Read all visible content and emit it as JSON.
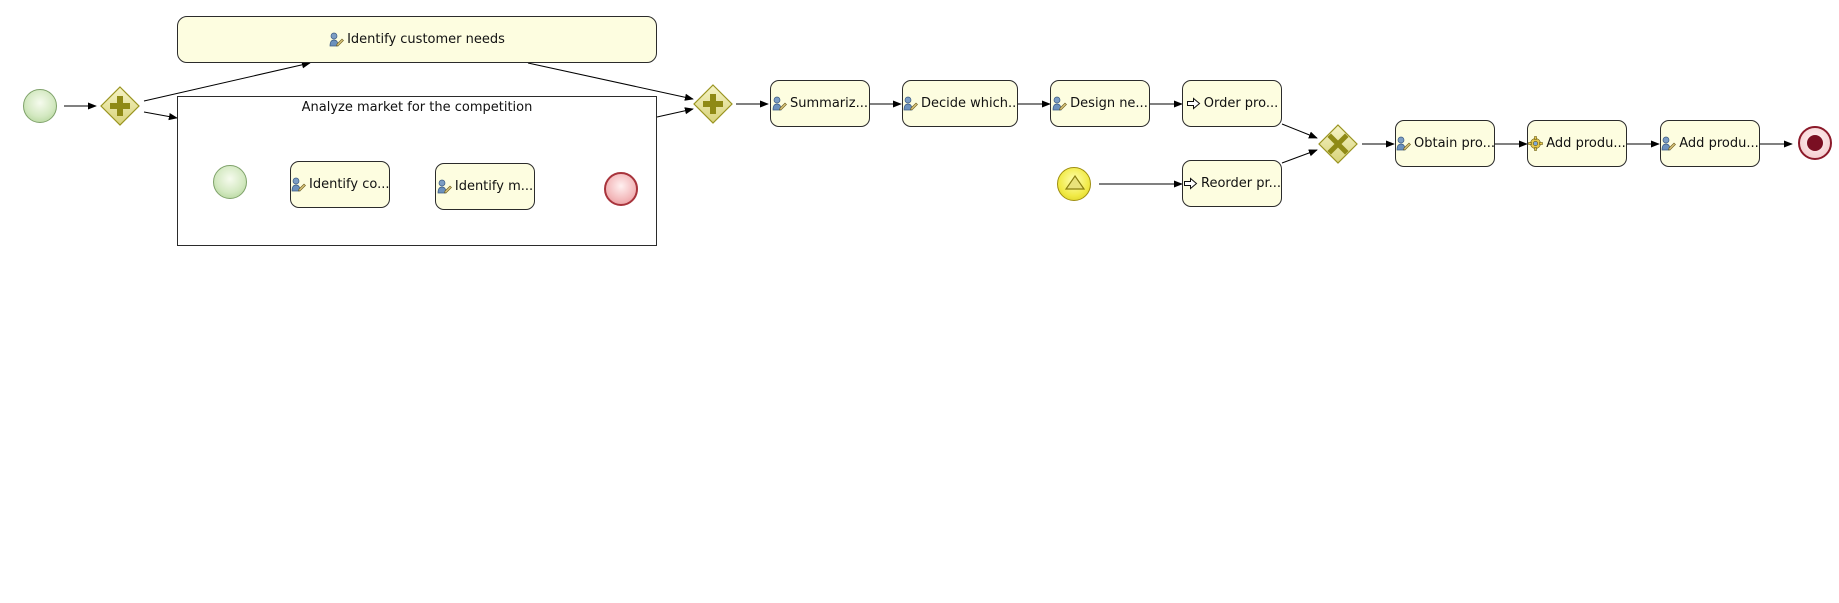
{
  "diagram": {
    "tasks": {
      "identify_customer_needs": "Identify customer needs",
      "identify_competitors": "Identify co...",
      "identify_market": "Identify m...",
      "summarize": "Summariz...",
      "decide": "Decide which...",
      "design": "Design ne...",
      "order": "Order pro...",
      "reorder": "Reorder pr...",
      "obtain": "Obtain pro...",
      "add_product_1": "Add produ...",
      "add_product_2": "Add produ..."
    },
    "subprocess_title": "Analyze market for the competition",
    "icons": {
      "user_task": "user-task-icon",
      "send_task": "send-arrow-icon",
      "service_task": "gear-icon",
      "parallel_gateway": "plus-icon",
      "exclusive_gateway": "x-icon",
      "signal_event": "triangle-icon"
    },
    "colors": {
      "task_fill": "#fdfde0",
      "gateway_fill": "#e6e29a",
      "gateway_mark": "#8f8a15",
      "start_fill": "#d4e9c2",
      "end_fill": "#f3b9bb",
      "terminate_fill": "#7a0f22",
      "signal_fill": "#f1ea46"
    }
  }
}
